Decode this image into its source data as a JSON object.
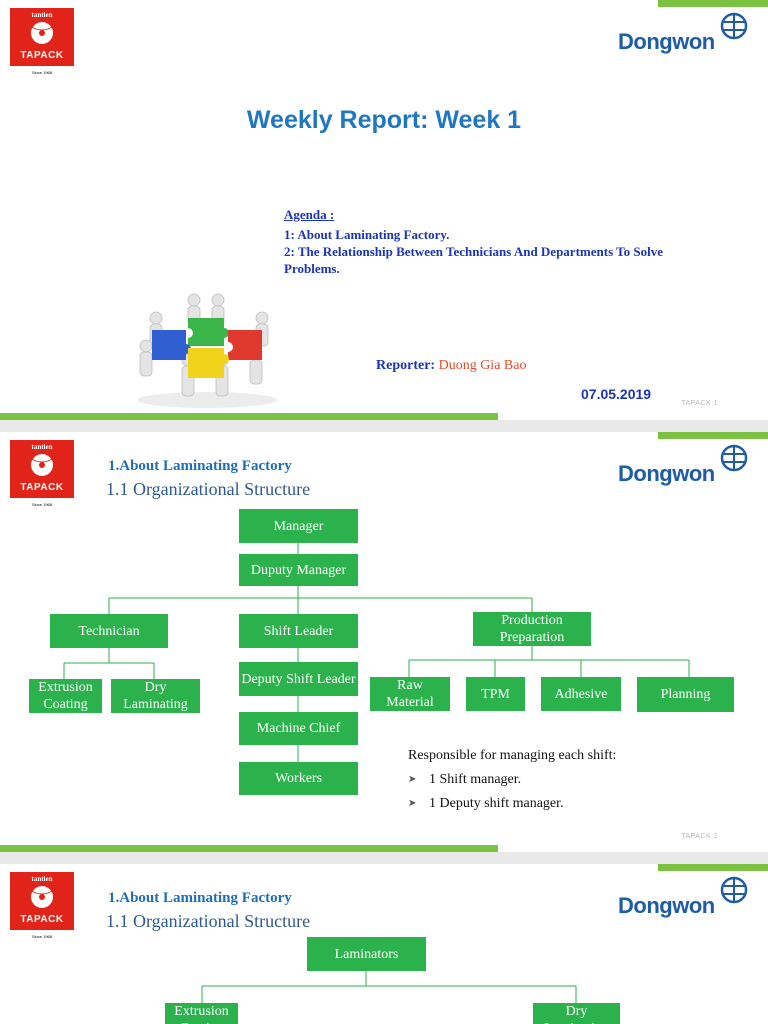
{
  "logos": {
    "tapack_top": "tantien",
    "tapack_name": "TAPACK",
    "tapack_since": "Since 1968",
    "dongwon": "Dongwon"
  },
  "slide1": {
    "title": "Weekly Report: Week 1",
    "agenda_heading": "Agenda :",
    "agenda_item1": "1: About Laminating Factory.",
    "agenda_item2": "2: The Relationship Between Technicians And Departments To Solve Problems.",
    "reporter_label": "Reporter:",
    "reporter_name": "Duong Gia Bao",
    "date": "07.05.2019",
    "slide_number": "TAPACK  1"
  },
  "slide2": {
    "section_title": "1.About Laminating Factory",
    "section_subtitle": "1.1 Organizational Structure",
    "org": {
      "manager": "Manager",
      "deputy_manager": "Duputy Manager",
      "technician": "Technician",
      "shift_leader": "Shift Leader",
      "production_preparation": "Production Preparation",
      "extrusion_coating": "Extrusion Coating",
      "dry_laminating": "Dry Laminating",
      "deputy_shift_leader": "Deputy Shift Leader",
      "machine_chief": "Machine Chief",
      "workers": "Workers",
      "raw_material": "Raw Material",
      "tpm": "TPM",
      "adhesive": "Adhesive",
      "planning": "Planning"
    },
    "note_heading": "Responsible for managing each shift:",
    "note_items": [
      "1 Shift manager.",
      "1 Deputy shift manager."
    ],
    "slide_number": "TAPACK  2"
  },
  "slide3": {
    "section_title": "1.About Laminating Factory",
    "section_subtitle": "1.1 Organizational Structure",
    "org": {
      "laminators": "Laminators",
      "extrusion_coating": "Extrusion Coating",
      "dry_laminating": "Dry Laminating"
    }
  },
  "colors": {
    "accent_green": "#7cc242",
    "box_green": "#2bb24c",
    "title_blue": "#1f77c1",
    "agenda_blue": "#1a35b8",
    "tapack_red": "#e2231a",
    "dongwon_blue": "#1e5ca8",
    "reporter_orange": "#e84b28"
  }
}
